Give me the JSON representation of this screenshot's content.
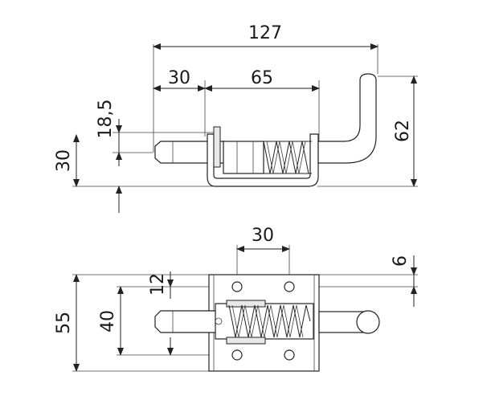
{
  "dimensions": {
    "overall_length": "127",
    "pin_extension": "30",
    "housing_length": "65",
    "hook_height": "62",
    "pin_height": "18,5",
    "base_to_pin": "30",
    "hole_spacing_x": "30",
    "hole_edge_offset": "6",
    "hole_offset_top": "12",
    "hole_spacing_y": "40",
    "plate_width": "55"
  }
}
